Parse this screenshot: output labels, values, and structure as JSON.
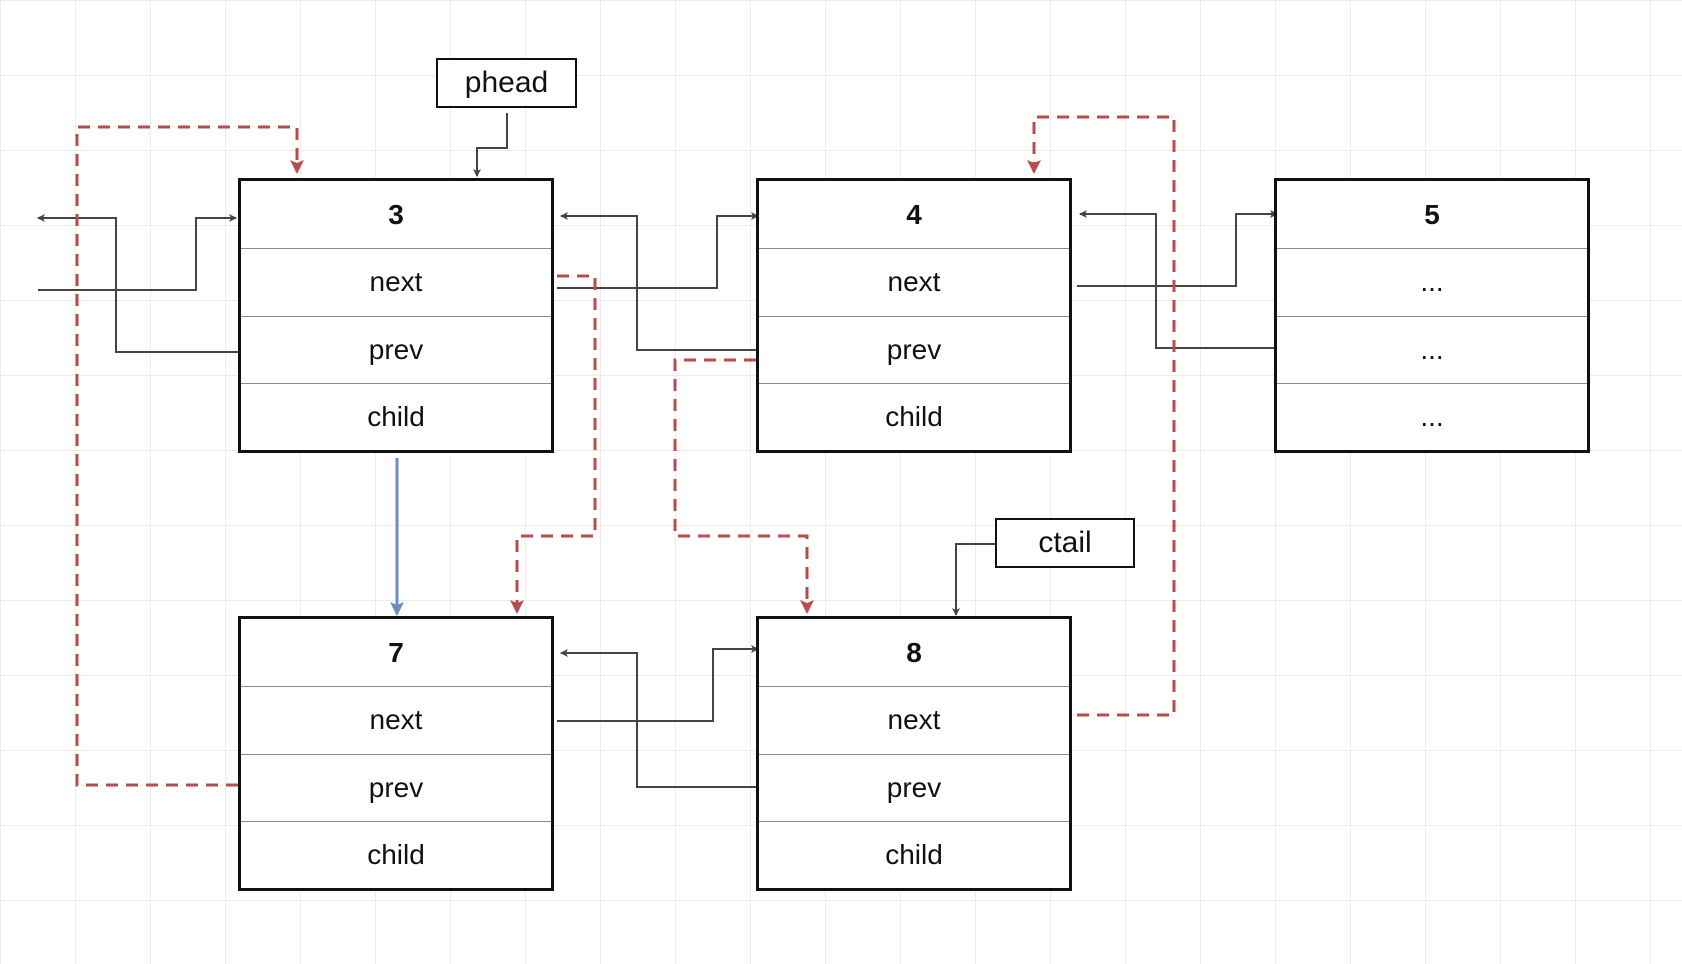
{
  "nodes": [
    {
      "id": "n3",
      "value": "3",
      "fields": [
        "next",
        "prev",
        "child"
      ]
    },
    {
      "id": "n4",
      "value": "4",
      "fields": [
        "next",
        "prev",
        "child"
      ]
    },
    {
      "id": "n5",
      "value": "5",
      "fields": [
        "...",
        "...",
        "..."
      ]
    },
    {
      "id": "n7",
      "value": "7",
      "fields": [
        "next",
        "prev",
        "child"
      ]
    },
    {
      "id": "n8",
      "value": "8",
      "fields": [
        "next",
        "prev",
        "child"
      ]
    }
  ],
  "pointers": {
    "phead": "phead",
    "ctail": "ctail"
  },
  "colors": {
    "line": "#444444",
    "dashed": "#b84c4c",
    "child": "#6c8ebf",
    "box": "#111111",
    "grid": "#ececec"
  }
}
